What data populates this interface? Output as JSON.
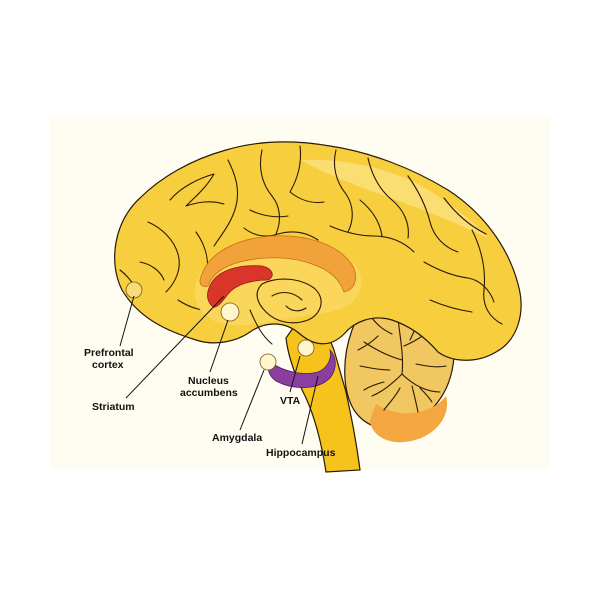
{
  "diagram": {
    "labels": {
      "prefrontal_cortex_line1": "Prefrontal",
      "prefrontal_cortex_line2": "cortex",
      "striatum": "Striatum",
      "nucleus_accumbens_line1": "Nucleus",
      "nucleus_accumbens_line2": "accumbens",
      "amygdala": "Amygdala",
      "vta": "VTA",
      "hippocampus": "Hippocampus"
    },
    "colors": {
      "cortex": "#F7CE3E",
      "cortex_highlight": "#FBE07A",
      "background_panel": "#FFFDF2",
      "corpus_callosum": "#F2A23A",
      "striatum": "#D9352A",
      "hippocampus": "#8A3FA0",
      "cerebellum": "#F0C760",
      "brainstem": "#F6C21C",
      "region_marker": "#FFF6CC"
    }
  }
}
